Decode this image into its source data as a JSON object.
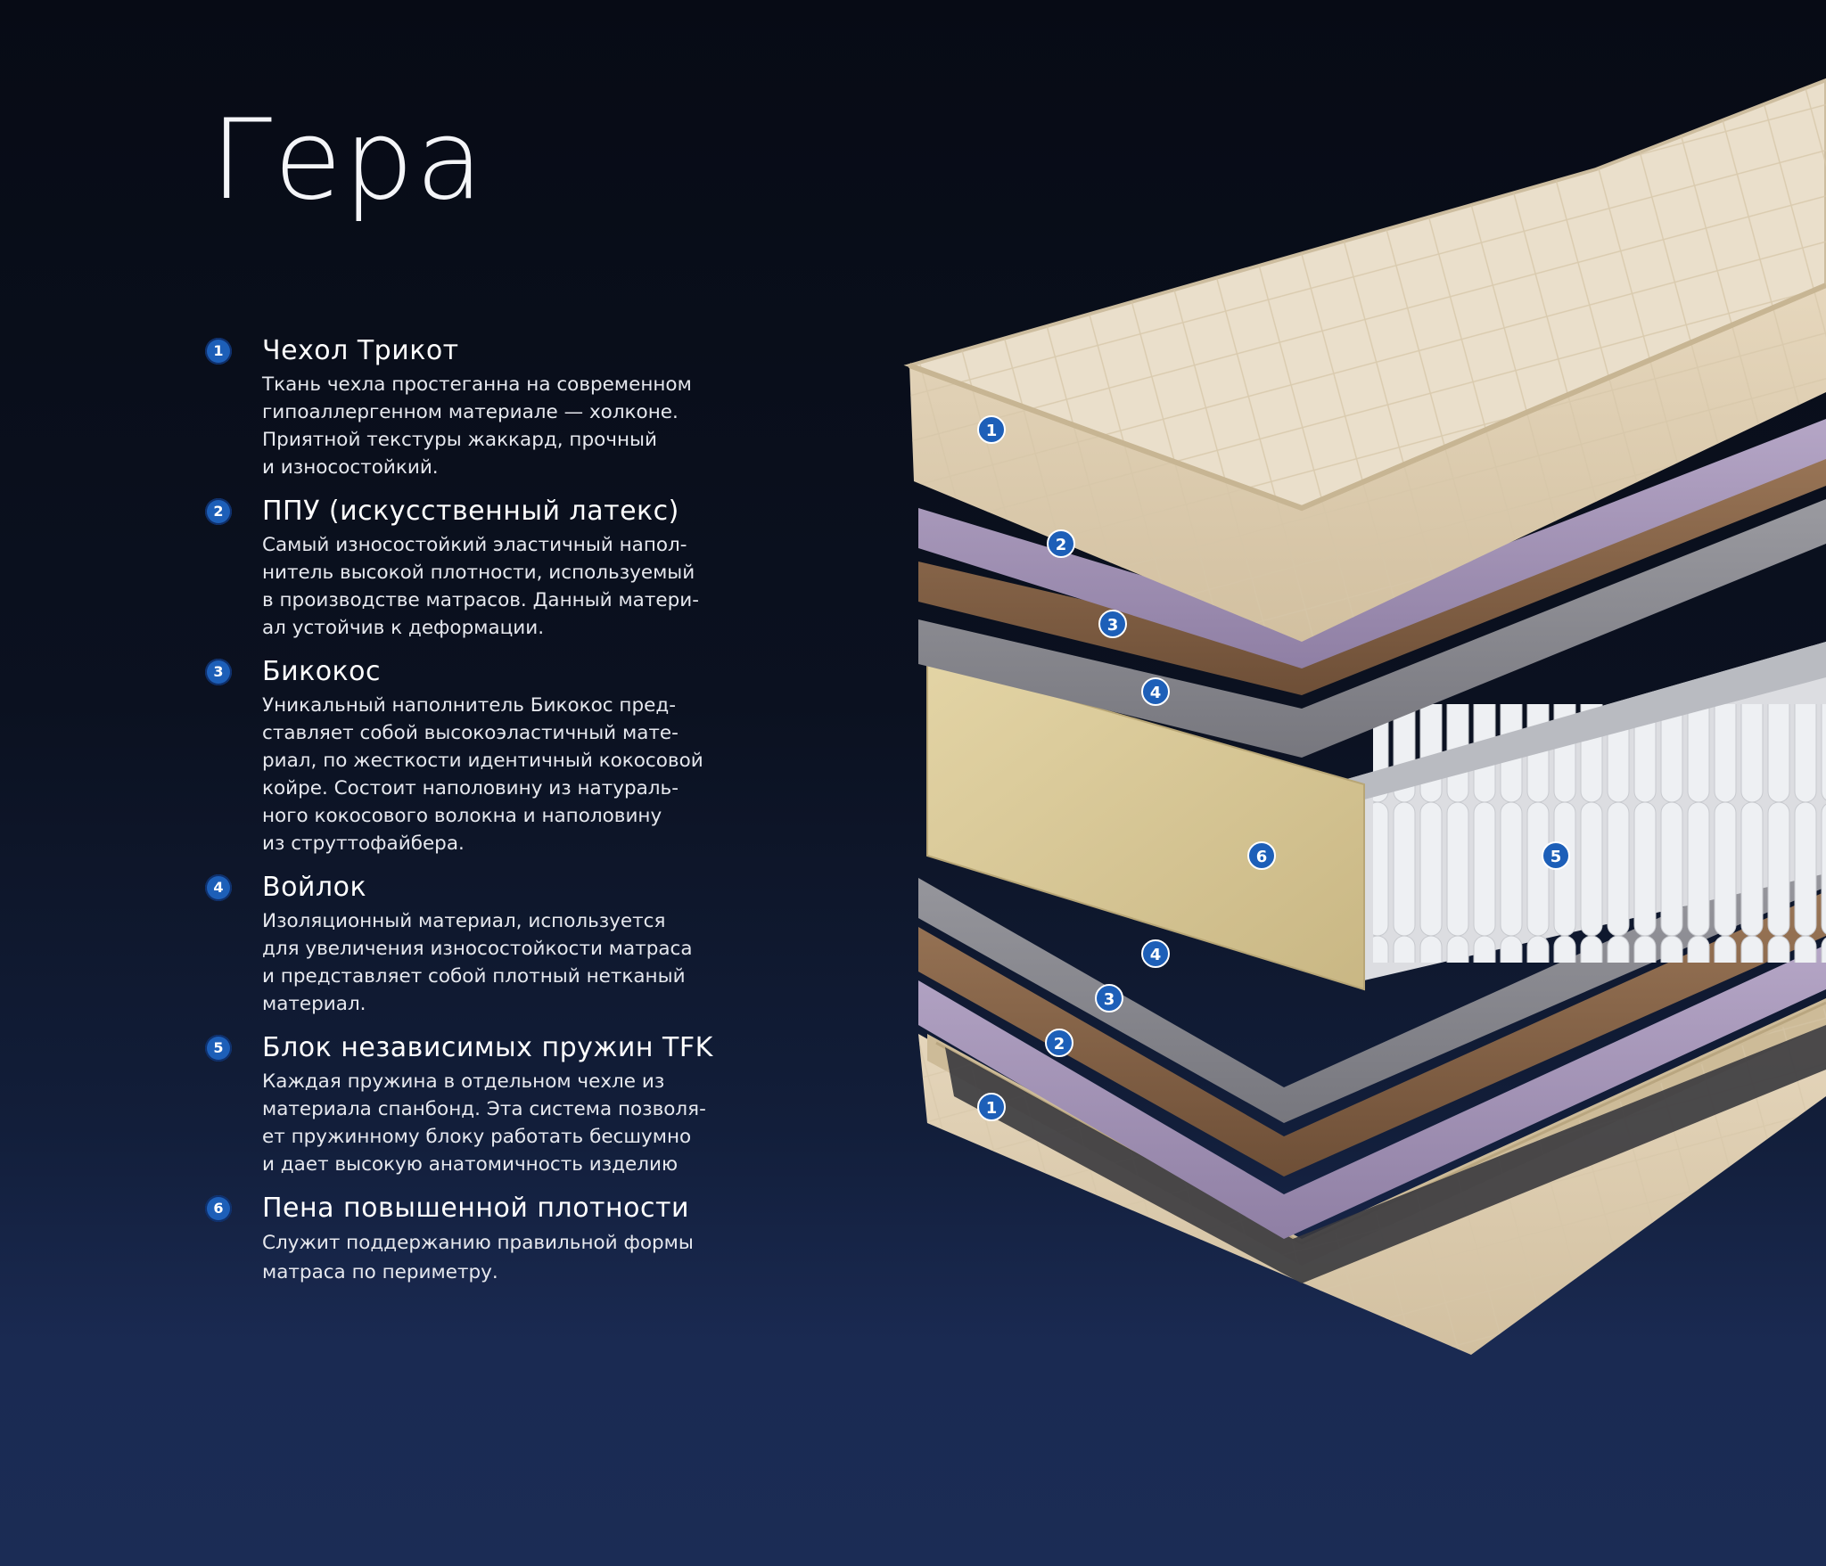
{
  "title": "Гера",
  "layers": [
    {
      "number": "1",
      "name": "Чехол Трикот",
      "description": "Ткань чехла простеганна на современном\nгипоаллергенном материале — холконе.\nПриятной текстуры жаккард, прочный\nи износостойкий."
    },
    {
      "number": "2",
      "name": "ППУ (искусственный латекс)",
      "description": "Самый износостойкий эластичный напол-\nнитель высокой плотности, используемый\nв производстве матрасов. Данный матери-\nал устойчив к деформации."
    },
    {
      "number": "3",
      "name": "Бикокос",
      "description": "Уникальный наполнитель Бикокос пред-\nставляет собой высокоэластичный мате-\nриал, по жесткости идентичный кокосовой\nкойре. Состоит наполовину из натураль-\nного кокосового волокна и наполовину\nиз струттофайбера."
    },
    {
      "number": "4",
      "name": "Войлок",
      "description": "Изоляционный материал, используется\nдля увеличения износостойкости матраса\nи представляет собой плотный нетканый\nматериал."
    },
    {
      "number": "5",
      "name": "Блок независимых пружин TFK",
      "description": "Каждая пружина в отдельном чехле из\nматериала спанбонд. Эта система позволя-\nет пружинному блоку работать бесшумно\nи дает высокую анатомичность изделию"
    },
    {
      "number": "6",
      "name": "Пена повышенной плотности",
      "description": "Служит поддержанию правильной формы\nматраса по периметру."
    }
  ],
  "illustration_markers": {
    "cover_top": "1",
    "foam_top": "2",
    "bicocos_top": "3",
    "felt_top": "4",
    "perimeter_foam": "6",
    "spring_block": "5",
    "felt_bottom": "4",
    "bicocos_bottom": "3",
    "foam_bottom": "2",
    "cover_bottom": "1"
  },
  "colors": {
    "background_top": "#070b15",
    "background_bottom": "#1b2c55",
    "badge": "#1d5fb8",
    "cover": "#e8dcc6",
    "foam": "#a797b8",
    "bicocos": "#8b6a4e",
    "felt": "#8f8f94",
    "perimeter_foam": "#d9c99a",
    "springs": "#ecedf0"
  }
}
